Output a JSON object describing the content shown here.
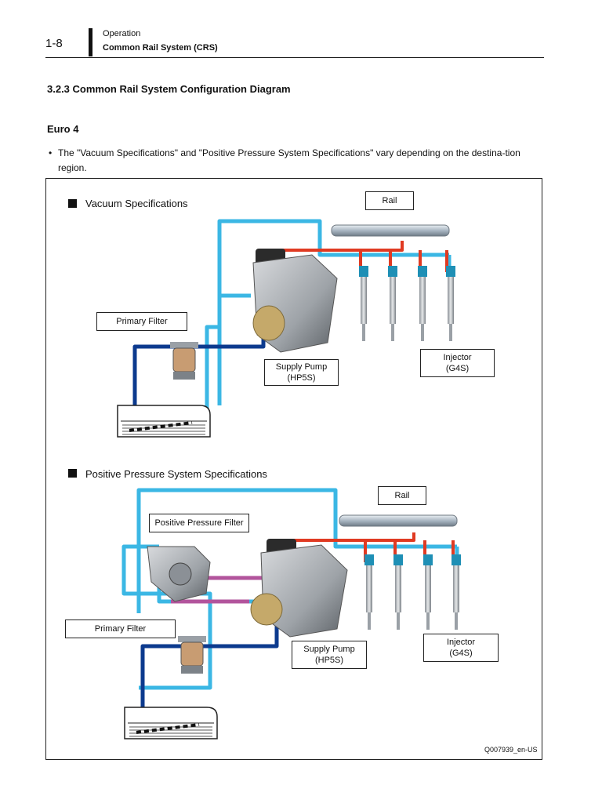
{
  "header": {
    "page_number": "1-8",
    "section": "Operation",
    "title": "Common Rail System (CRS)"
  },
  "heading": "3.2.3 Common Rail System Configuration Diagram",
  "subheading": "Euro 4",
  "note": {
    "bullet": "•",
    "text": "The \"Vacuum Specifications\" and \"Positive Pressure System Specifications\" vary depending on the destina-tion region."
  },
  "vacuum": {
    "title": "Vacuum Specifications",
    "rail": "Rail",
    "primary_filter": "Primary Filter",
    "supply_pump_line1": "Supply Pump",
    "supply_pump_line2": "(HP5S)",
    "injector_line1": "Injector",
    "injector_line2": "(G4S)"
  },
  "positive": {
    "title": "Positive Pressure System Specifications",
    "rail": "Rail",
    "positive_filter": "Positive Pressure Filter",
    "primary_filter": "Primary Filter",
    "supply_pump_line1": "Supply Pump",
    "supply_pump_line2": "(HP5S)",
    "injector_line1": "Injector",
    "injector_line2": "(G4S)"
  },
  "figure_id": "Q007939_en-US",
  "colors": {
    "low_pressure_line": "#3bb7e4",
    "feed_line": "#0c3a8e",
    "high_pressure_line": "#e03a22",
    "positive_line": "#b2549c"
  }
}
